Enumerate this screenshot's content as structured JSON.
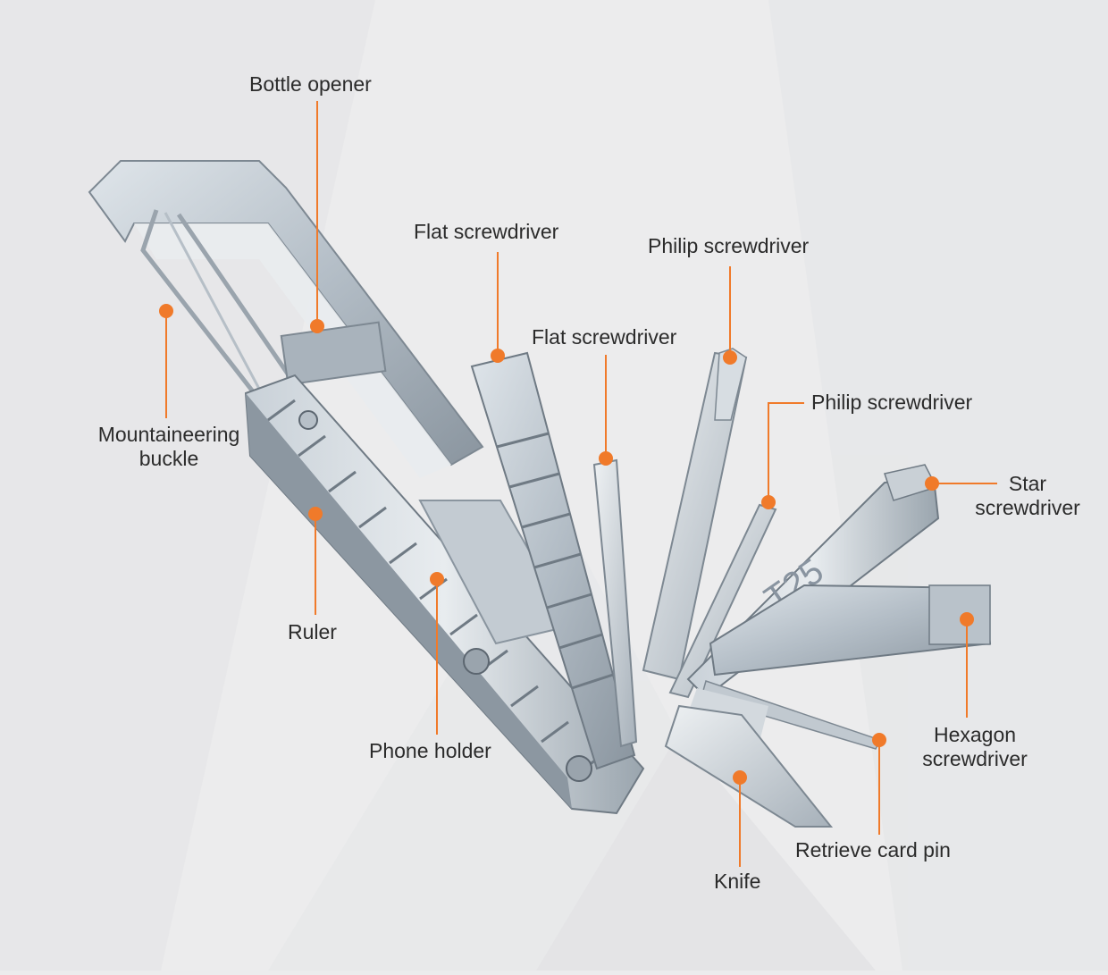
{
  "colors": {
    "background": "#ececed",
    "accent": "#f07a2a",
    "metal_light": "#d4dbe2",
    "metal_mid": "#a9b3bc",
    "metal_dark": "#6f7a84",
    "text": "#2b2b2b"
  },
  "tool": {
    "engraving": "T25"
  },
  "labels": {
    "bottle_opener": "Bottle opener",
    "flat_screwdriver_1": "Flat screwdriver",
    "philip_screwdriver_1": "Philip screwdriver",
    "flat_screwdriver_2": "Flat screwdriver",
    "philip_screwdriver_2": "Philip screwdriver",
    "star_screwdriver_l1": "Star",
    "star_screwdriver_l2": "screwdriver",
    "mountaineering_buckle_l1": "Mountaineering",
    "mountaineering_buckle_l2": "buckle",
    "ruler": "Ruler",
    "phone_holder": "Phone holder",
    "hexagon_screwdriver_l1": "Hexagon",
    "hexagon_screwdriver_l2": "screwdriver",
    "retrieve_card_pin": "Retrieve card pin",
    "knife": "Knife"
  }
}
